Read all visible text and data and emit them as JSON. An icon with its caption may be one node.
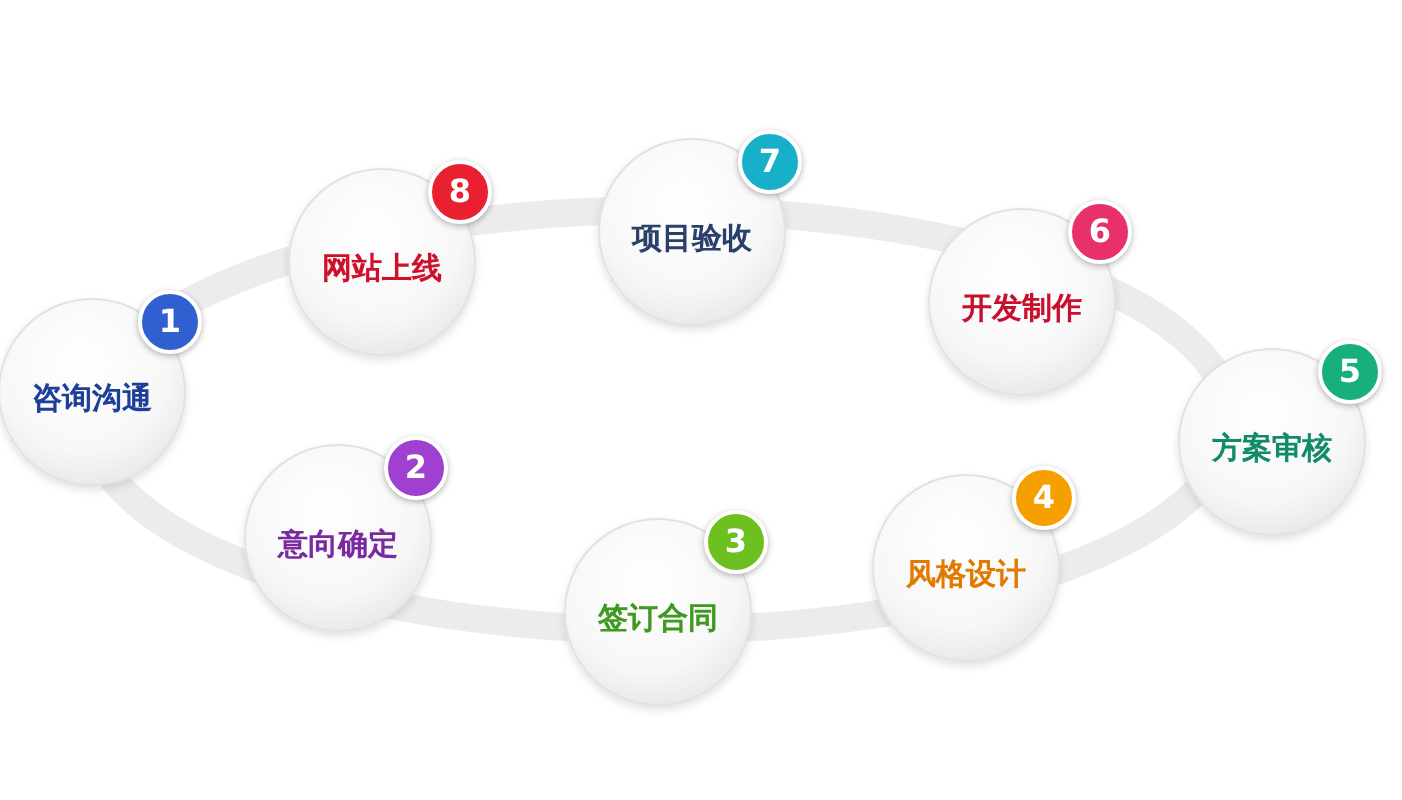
{
  "diagram": {
    "nodes": [
      {
        "text": [
          "1",
          "咨询沟通"
        ]
      },
      {
        "text": [
          "2",
          "意向确定"
        ]
      },
      {
        "text": [
          "3",
          "签订合同"
        ]
      },
      {
        "text": [
          "4",
          "风格设计"
        ]
      },
      {
        "text": [
          "5",
          "方案审核"
        ]
      },
      {
        "text": [
          "6",
          "开发制作"
        ]
      },
      {
        "text": [
          "7",
          "项目验收"
        ]
      },
      {
        "text": [
          "8",
          "网站上线"
        ]
      }
    ]
  }
}
